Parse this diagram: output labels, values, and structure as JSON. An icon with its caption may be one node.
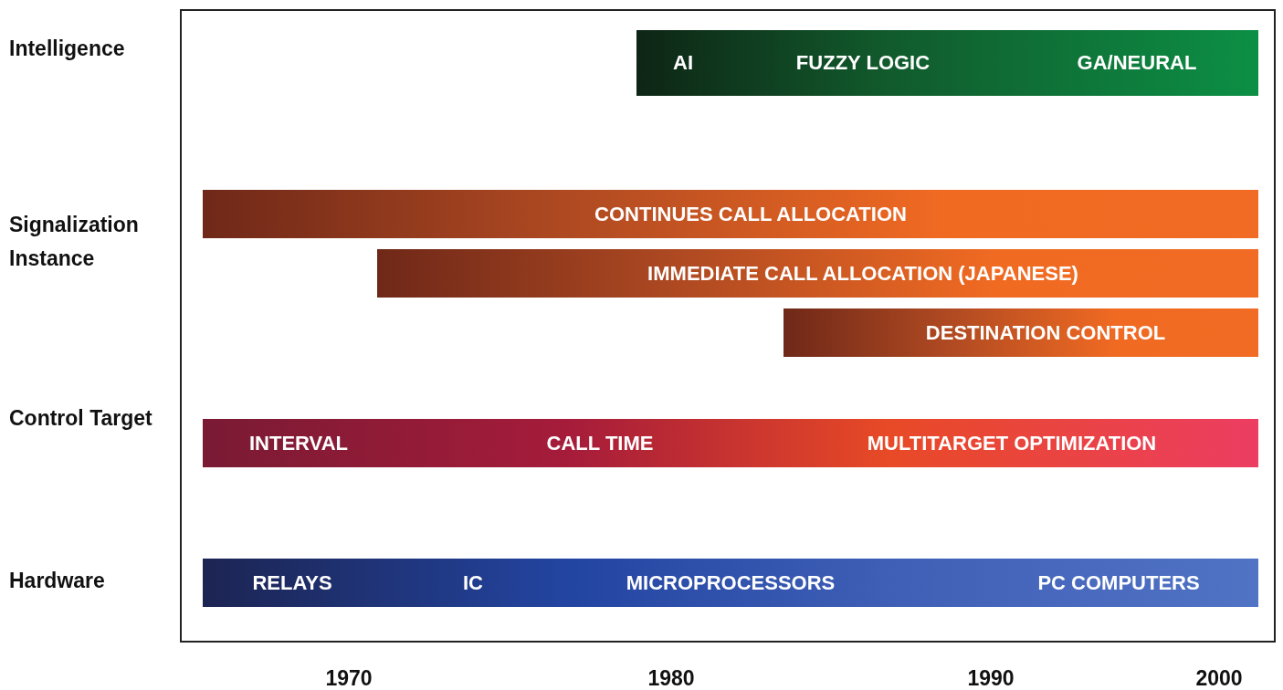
{
  "diagram": {
    "nodes": [
      {
        "text": [
          "AI",
          "FUZZY LOGIC",
          "GA/NEURAL"
        ]
      },
      {
        "text": [
          "CONTINUES CALL ALLOCATION"
        ]
      },
      {
        "text": [
          "IMMEDIATE CALL ALLOCATION (JAPANESE)"
        ]
      },
      {
        "text": [
          "DESTINATION CONTROL"
        ]
      },
      {
        "text": [
          "INTERVAL",
          "CALL TIME",
          "MULTITARGET OPTIMIZATION"
        ]
      },
      {
        "text": [
          "RELAYS",
          "IC",
          "MICROPROCESSORS",
          "PC COMPUTERS"
        ]
      }
    ],
    "labels": [
      "Intelligence",
      "Signalization Instance",
      "Control Target",
      "Hardware",
      "1970",
      "1980",
      "1990",
      "2000"
    ]
  }
}
